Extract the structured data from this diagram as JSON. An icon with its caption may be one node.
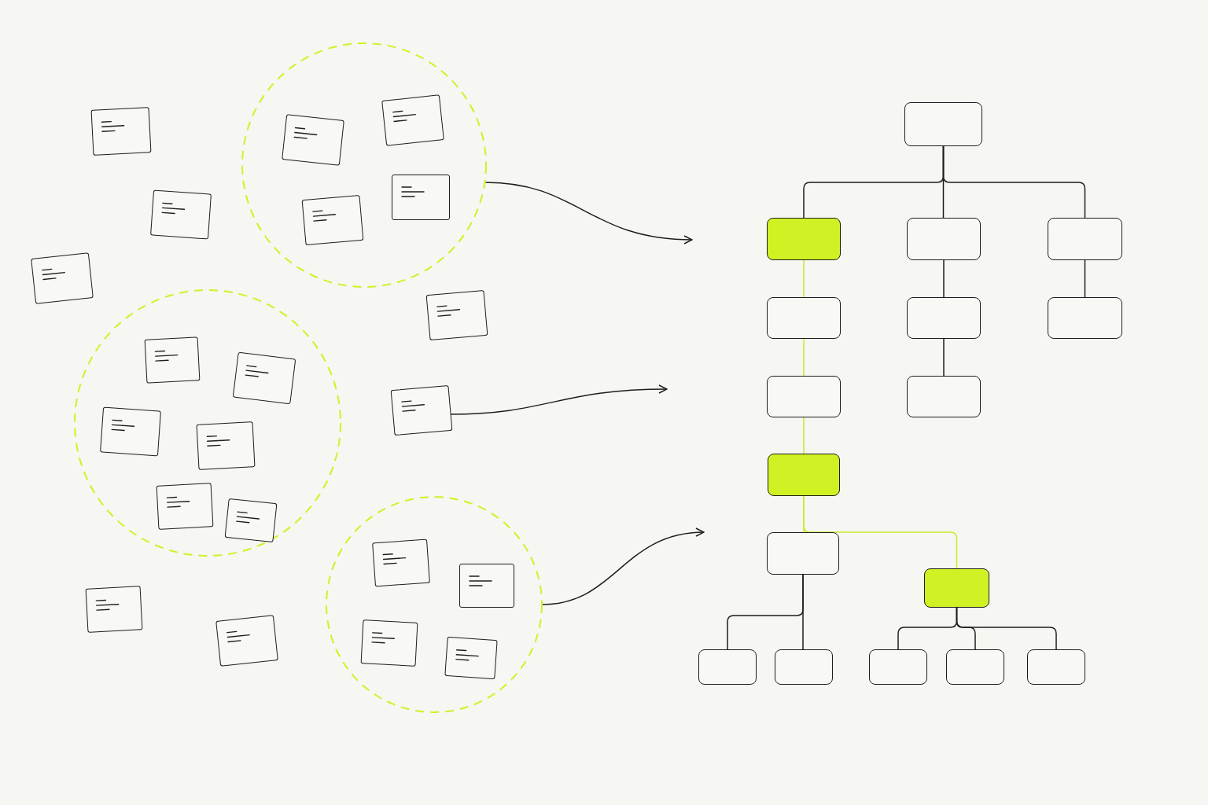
{
  "diagram": {
    "nodes": [
      {
        "text": [],
        "shape": "box"
      },
      {
        "text": [],
        "shape": "circle"
      },
      {
        "text": [],
        "shape": "box",
        "in": 1
      },
      {
        "text": [],
        "shape": "box",
        "in": 1
      },
      {
        "text": [],
        "shape": "box",
        "in": 1
      },
      {
        "text": [],
        "shape": "box",
        "in": 1
      },
      {
        "text": [],
        "shape": "box"
      },
      {
        "text": [],
        "shape": "box"
      },
      {
        "text": [],
        "shape": "circle"
      },
      {
        "text": [],
        "shape": "box",
        "in": 8
      },
      {
        "text": [],
        "shape": "box",
        "in": 8
      },
      {
        "text": [],
        "shape": "box",
        "in": 8
      },
      {
        "text": [],
        "shape": "box",
        "in": 8
      },
      {
        "text": [],
        "shape": "box",
        "in": 8
      },
      {
        "text": [],
        "shape": "box",
        "in": 8
      },
      {
        "text": [],
        "shape": "box"
      },
      {
        "text": [],
        "shape": "box"
      },
      {
        "text": [],
        "shape": "circle"
      },
      {
        "text": [],
        "shape": "box",
        "in": 17
      },
      {
        "text": [],
        "shape": "box",
        "in": 17
      },
      {
        "text": [],
        "shape": "box",
        "in": 17
      },
      {
        "text": [],
        "shape": "box",
        "in": 17
      },
      {
        "text": [],
        "shape": "box"
      },
      {
        "text": [],
        "shape": "box"
      },
      {
        "text": [],
        "shape": "box"
      },
      {
        "text": [],
        "shape": "box"
      },
      {
        "text": [],
        "shape": "box"
      },
      {
        "text": [],
        "shape": "box"
      },
      {
        "text": [],
        "shape": "box"
      },
      {
        "text": [],
        "shape": "box"
      },
      {
        "text": [],
        "shape": "box"
      },
      {
        "text": [],
        "shape": "box"
      },
      {
        "text": [],
        "shape": "box"
      },
      {
        "text": [],
        "shape": "box"
      },
      {
        "text": [],
        "shape": "box"
      },
      {
        "text": [],
        "shape": "box"
      },
      {
        "text": [],
        "shape": "box"
      },
      {
        "text": [],
        "shape": "box"
      },
      {
        "text": [],
        "shape": "box"
      },
      {
        "text": [],
        "shape": "box"
      },
      {
        "text": [],
        "shape": "box"
      }
    ],
    "edges": [
      {
        "from": 1,
        "to": null,
        "arrow": "to"
      },
      {
        "from": 16,
        "to": null,
        "arrow": "to"
      },
      {
        "from": 17,
        "to": null,
        "arrow": "to"
      },
      {
        "from": 24,
        "to": 25,
        "arrow": "none"
      },
      {
        "from": 24,
        "to": 26,
        "arrow": "none"
      },
      {
        "from": 24,
        "to": 27,
        "arrow": "none"
      },
      {
        "from": 25,
        "to": 28,
        "arrow": "none",
        "color": "#cde82a"
      },
      {
        "from": 28,
        "to": 31,
        "arrow": "none",
        "color": "#cde82a"
      },
      {
        "from": 31,
        "to": 33,
        "arrow": "none",
        "color": "#cde82a"
      },
      {
        "from": 33,
        "to": 34,
        "arrow": "none",
        "color": "#cde82a"
      },
      {
        "from": 33,
        "to": 35,
        "arrow": "none",
        "color": "#cde82a"
      },
      {
        "from": 26,
        "to": 29,
        "arrow": "none"
      },
      {
        "from": 29,
        "to": 32,
        "arrow": "none"
      },
      {
        "from": 27,
        "to": 30,
        "arrow": "none"
      },
      {
        "from": 34,
        "to": 36,
        "arrow": "none"
      },
      {
        "from": 34,
        "to": 37,
        "arrow": "none"
      },
      {
        "from": 35,
        "to": 38,
        "arrow": "none"
      },
      {
        "from": 35,
        "to": 39,
        "arrow": "none"
      },
      {
        "from": 35,
        "to": 40,
        "arrow": "none"
      }
    ]
  }
}
